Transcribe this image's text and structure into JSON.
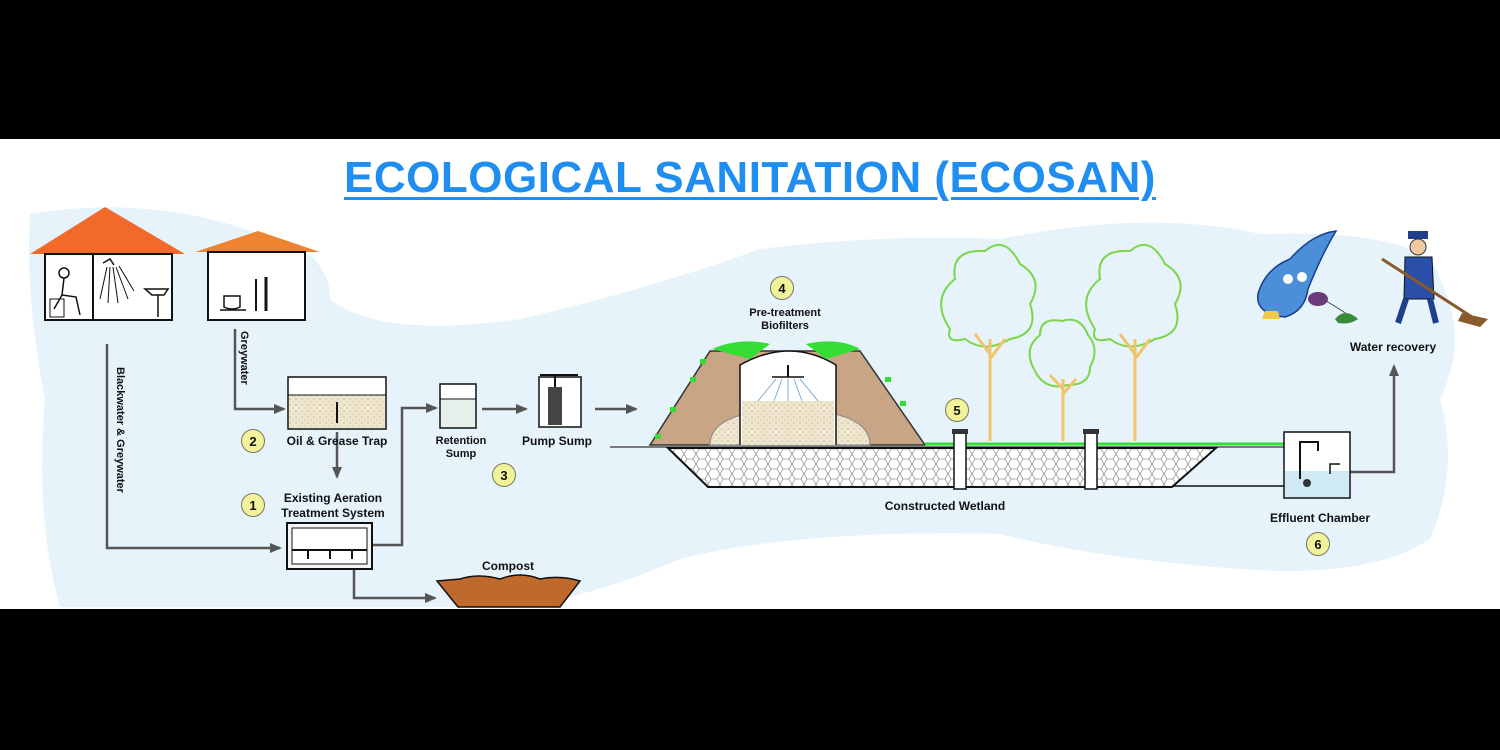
{
  "title": "ECOLOGICAL SANITATION (ECOSAN)",
  "labels": {
    "blackwater_greywater": "Blackwater & Greywater",
    "greywater": "Greywater",
    "oil_grease_trap": "Oil & Grease Trap",
    "aeration_line1": "Existing Aeration",
    "aeration_line2": "Treatment System",
    "retention_line1": "Retention",
    "retention_line2": "Sump",
    "pump_sump": "Pump Sump",
    "pretreatment_line1": "Pre-treatment",
    "pretreatment_line2": "Biofilters",
    "compost": "Compost",
    "constructed_wetland": "Constructed Wetland",
    "effluent_chamber": "Effluent Chamber",
    "water_recovery": "Water recovery"
  },
  "steps": {
    "n1": "1",
    "n2": "2",
    "n3": "3",
    "n4": "4",
    "n5": "5",
    "n6": "6"
  },
  "colors": {
    "title": "#1f8ef0",
    "background_blob": "#e6f3fb",
    "roof_main": "#f26a2b",
    "roof_small": "#f0832f",
    "soil": "#c7a585",
    "gravel": "#e8e0c8",
    "grass": "#33dd33",
    "tree_outline": "#7ad64a",
    "trunk": "#f2c36b",
    "compost": "#c0692c",
    "badge": "#f2f29a"
  }
}
